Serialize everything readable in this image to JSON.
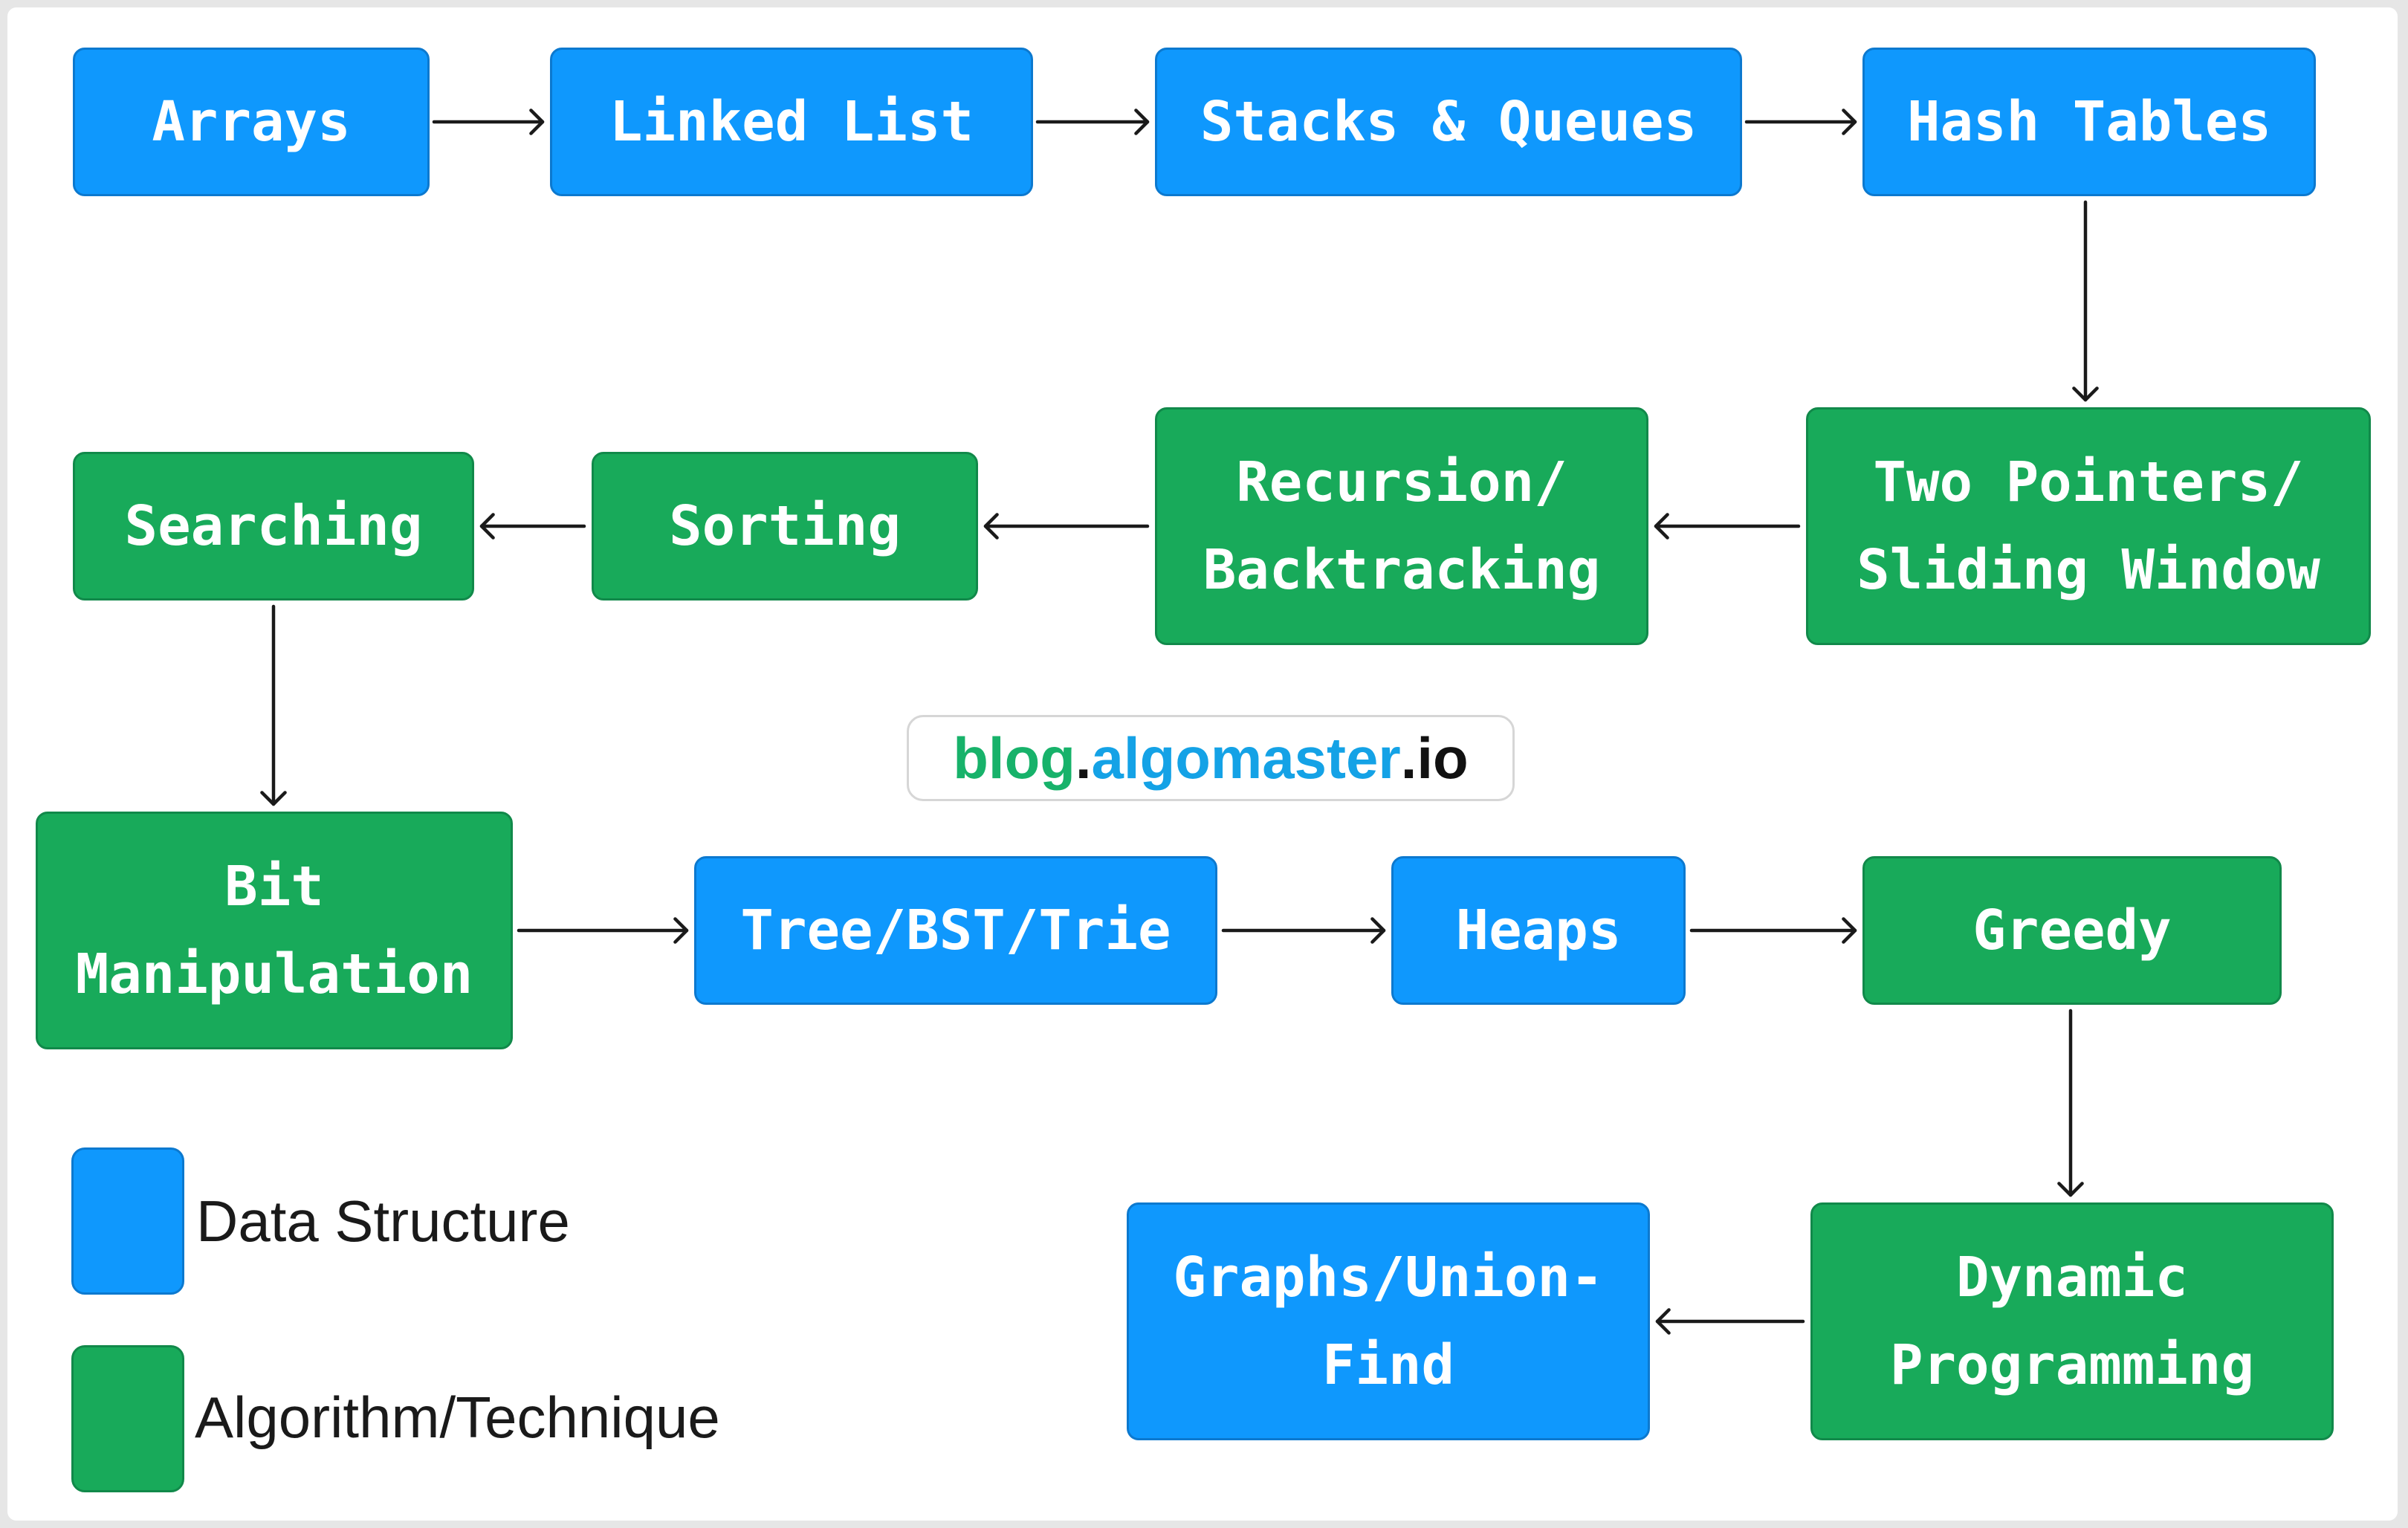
{
  "colors": {
    "data_structure": "#0f98fd",
    "algorithm_technique": "#18aa5a",
    "arrow": "#1a1a1a"
  },
  "nodes": {
    "arrays": "Arrays",
    "linked_list": "Linked List",
    "stacks_queues": "Stacks & Queues",
    "hash_tables": "Hash Tables",
    "two_pointers": "Two Pointers/\nSliding Window",
    "recursion": "Recursion/\nBacktracking",
    "sorting": "Sorting",
    "searching": "Searching",
    "bit_manipulation": "Bit\nManipulation",
    "tree": "Tree/BST/Trie",
    "heaps": "Heaps",
    "greedy": "Greedy",
    "dynamic_programming": "Dynamic\nProgramming",
    "graphs": "Graphs/Union-\nFind"
  },
  "edges": [
    [
      "arrays",
      "linked_list"
    ],
    [
      "linked_list",
      "stacks_queues"
    ],
    [
      "stacks_queues",
      "hash_tables"
    ],
    [
      "hash_tables",
      "two_pointers"
    ],
    [
      "two_pointers",
      "recursion"
    ],
    [
      "recursion",
      "sorting"
    ],
    [
      "sorting",
      "searching"
    ],
    [
      "searching",
      "bit_manipulation"
    ],
    [
      "bit_manipulation",
      "tree"
    ],
    [
      "tree",
      "heaps"
    ],
    [
      "heaps",
      "greedy"
    ],
    [
      "greedy",
      "dynamic_programming"
    ],
    [
      "dynamic_programming",
      "graphs"
    ]
  ],
  "watermark": {
    "part1": "blog",
    "dot": ".",
    "part2": "algomaster",
    "part3": ".io"
  },
  "legend": {
    "data_structure": "Data Structure",
    "algorithm_technique": "Algorithm/Technique"
  }
}
